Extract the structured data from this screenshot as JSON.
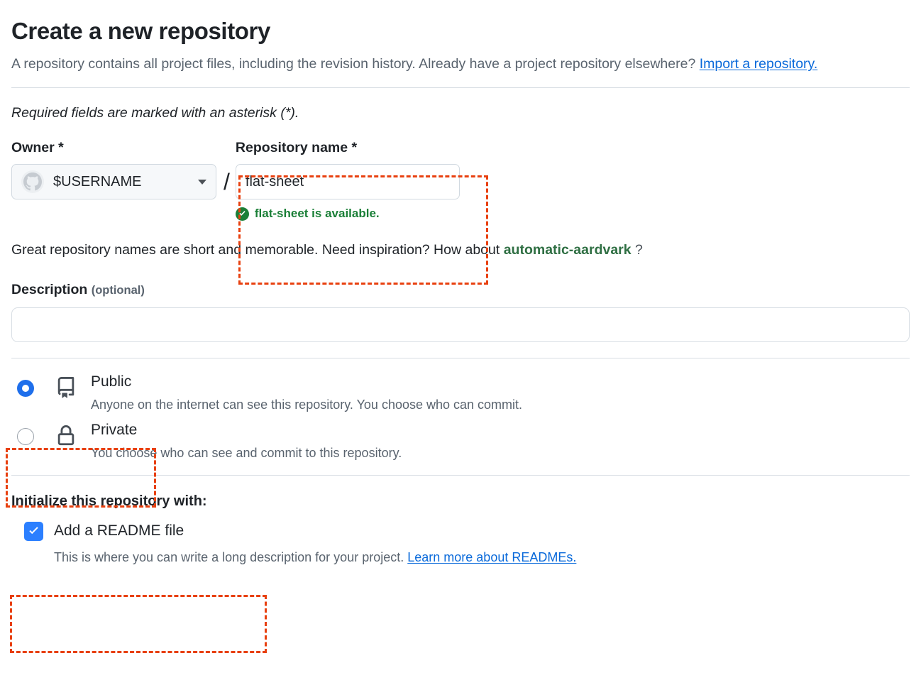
{
  "header": {
    "title": "Create a new repository",
    "description_part1": "A repository contains all project files, including the revision history. Already have a project repository elsewhere?",
    "import_link": "Import a repository.",
    "required_note": "Required fields are marked with an asterisk (*)."
  },
  "owner": {
    "label": "Owner *",
    "selected": "$USERNAME",
    "avatar_icon": "github-octocat-avatar",
    "caret_icon": "chevron-down-icon",
    "separator": "/"
  },
  "repo_name": {
    "label": "Repository name *",
    "value": "flat-sheet",
    "placeholder": "",
    "availability_icon": "check-circle-fill-icon",
    "availability_text": "flat-sheet is available."
  },
  "inspiration": {
    "prefix": "Great repository names are short and memorable. Need inspiration? How about",
    "suggestion": "automatic-aardvark",
    "suffix": "?"
  },
  "description": {
    "label": "Description",
    "optional_tag": "(optional)",
    "value": "",
    "placeholder": ""
  },
  "visibility": {
    "options": [
      {
        "name": "Public",
        "description": "Anyone on the internet can see this repository. You choose who can commit.",
        "icon": "repo-book-icon",
        "selected": true
      },
      {
        "name": "Private",
        "description": "You choose who can see and commit to this repository.",
        "icon": "lock-icon",
        "selected": false
      }
    ]
  },
  "initialize": {
    "title": "Initialize this repository with:",
    "readme_label": "Add a README file",
    "readme_checked": true,
    "readme_description": "This is where you can write a long description for your project.",
    "readme_link": "Learn more about READMEs.",
    "check_icon": "checkmark-icon"
  },
  "annotations": {
    "color": "#e8400f",
    "boxes": [
      "repository-name-field",
      "public-visibility-option",
      "initialize-repository-section"
    ]
  },
  "colors": {
    "link": "#0969da",
    "success_green": "#1a7f37",
    "suggestion_green": "#2f6f43",
    "accent_blue": "#1f6feb",
    "checkbox_blue": "#2b7fff",
    "text": "#1f2328",
    "muted_text": "#59636e",
    "border": "#d1d9e0",
    "divider": "#d8dee4",
    "button_bg": "#f6f8fa"
  }
}
